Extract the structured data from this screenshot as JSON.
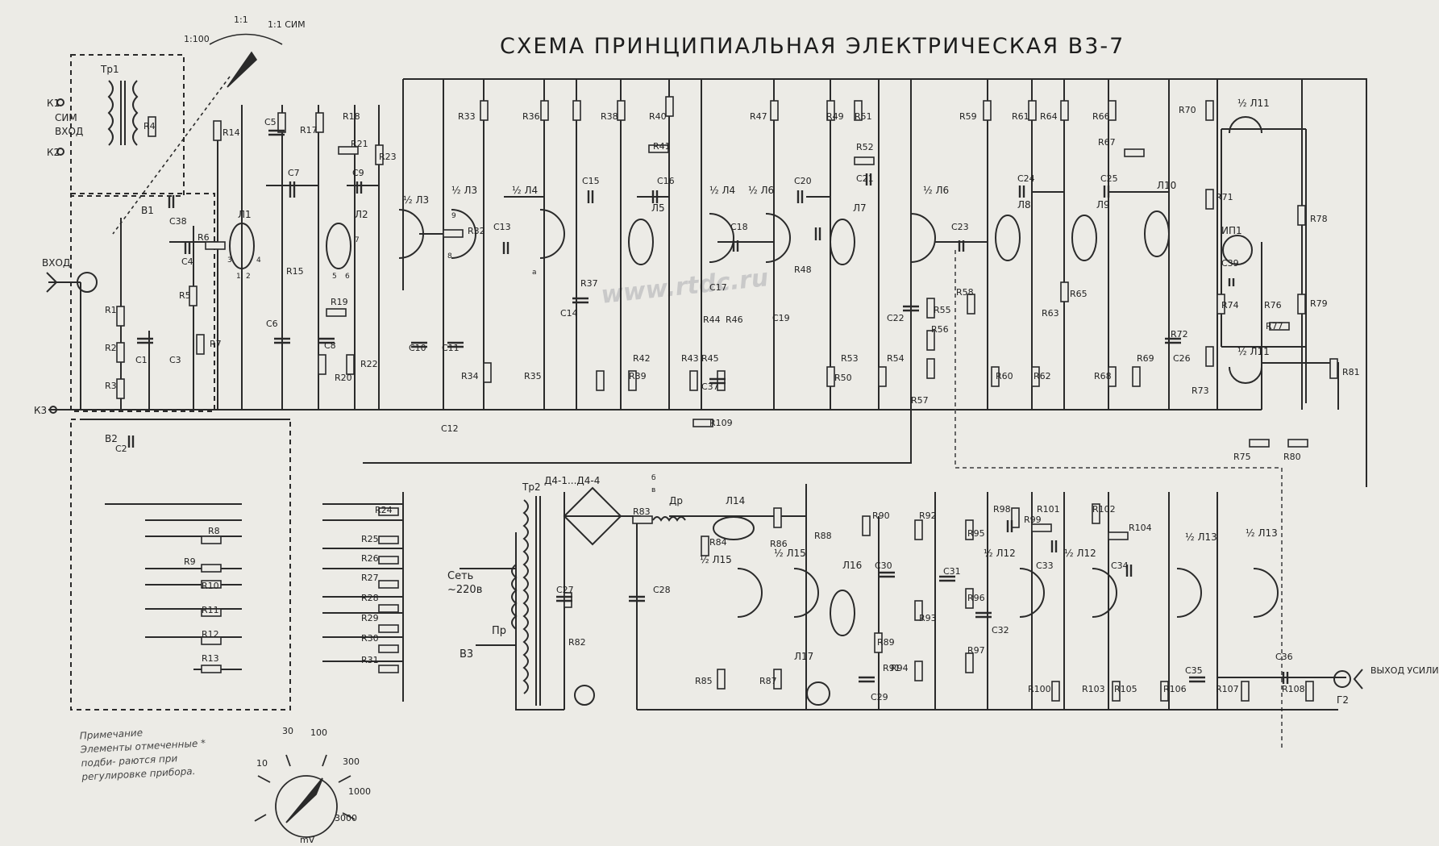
{
  "title": "СХЕМА ПРИНЦИПИАЛЬНАЯ ЭЛЕКТРИЧЕСКАЯ В3-7",
  "watermark": "www.rtdc.ru",
  "note": {
    "heading": "Примечание",
    "body": "Элементы отмеченные * подби- раются при регулировке прибора."
  },
  "meter_top": {
    "scale_left": "1:100",
    "scale_mid": "1:1",
    "scale_right": "1:1 СИМ"
  },
  "meter_bottom": {
    "ticks": [
      "10",
      "30",
      "100",
      "300",
      "1000",
      "3000"
    ],
    "unit": "mV"
  },
  "connectors": {
    "k1": "К1",
    "sim_input_1": "СИМ",
    "sim_input_2": "ВХОД",
    "k2": "К2",
    "input": "ВХОД",
    "k3": "К3",
    "output": "ВЫХОД УСИЛИ- ТЕЛЯ",
    "g2": "Г2"
  },
  "mains": {
    "label": "Сеть",
    "voltage": "~220в",
    "fuse": "Пр",
    "switch": "В3"
  },
  "labels": {
    "transformers": [
      "Тр1",
      "Тр2"
    ],
    "diodes": "Д4-1...Д4-4",
    "choke": "Др",
    "switches": [
      "В1",
      "В2"
    ],
    "tubes": [
      "Л1",
      "Л2",
      "½ Л3",
      "½ Л3",
      "½ Л4",
      "Л5",
      "½ Л4",
      "½ Л6",
      "Л7",
      "½ Л6",
      "Л8",
      "Л9",
      "Л10",
      "½ Л11",
      "½ Л11",
      "Л14",
      "½ Л15",
      "½ Л15",
      "Л16",
      "Л17",
      "½ Л12",
      "½ Л12",
      "½ Л13",
      "½ Л13",
      "ИП1"
    ],
    "resistors": [
      "R1",
      "R2",
      "R3",
      "R4",
      "R5",
      "R6",
      "R7",
      "R8",
      "R9",
      "R10",
      "R11",
      "R12",
      "R13",
      "R14",
      "R15",
      "R17",
      "R18",
      "R19",
      "R20",
      "R21",
      "R22",
      "R23",
      "R24",
      "R25",
      "R26",
      "R27",
      "R28",
      "R29",
      "R30",
      "R31",
      "R32",
      "R33",
      "R34",
      "R35",
      "R36",
      "R37",
      "R38",
      "R39",
      "R40",
      "R41",
      "R42",
      "R43",
      "R44",
      "R45",
      "R46",
      "R47",
      "R48",
      "R49",
      "R50",
      "R51",
      "R52",
      "R53",
      "R54",
      "R55",
      "R56",
      "R57",
      "R58",
      "R59",
      "R60",
      "R61",
      "R62",
      "R63",
      "R64",
      "R65",
      "R66",
      "R67",
      "R68",
      "R69",
      "R70",
      "R71",
      "R72",
      "R73",
      "R74",
      "R75",
      "R76",
      "R77",
      "R78",
      "R79",
      "R80",
      "R81",
      "R82",
      "R83",
      "R84",
      "R85",
      "R86",
      "R87",
      "R88",
      "R89",
      "R90",
      "R91",
      "R92",
      "R93",
      "R94",
      "R95",
      "R96",
      "R97",
      "R98",
      "R99",
      "R100",
      "R101",
      "R102",
      "R103",
      "R104",
      "R105",
      "R106",
      "R107",
      "R108",
      "R109"
    ],
    "capacitors": [
      "C1",
      "C2",
      "C3",
      "C4",
      "C5",
      "C6",
      "C7",
      "C8",
      "C9",
      "C10",
      "C11",
      "C12",
      "C13",
      "C14",
      "C15",
      "C16",
      "C17",
      "C18",
      "C19",
      "C20",
      "C21",
      "C22",
      "C23",
      "C24",
      "C25",
      "C26",
      "C27",
      "C28",
      "C29",
      "C30",
      "C31",
      "C32",
      "C33",
      "C34",
      "C35",
      "C36",
      "C37",
      "C38",
      "C39"
    ]
  },
  "pins": [
    "1",
    "2",
    "3",
    "4",
    "5",
    "6",
    "7",
    "8",
    "9",
    "а",
    "б",
    "в"
  ]
}
